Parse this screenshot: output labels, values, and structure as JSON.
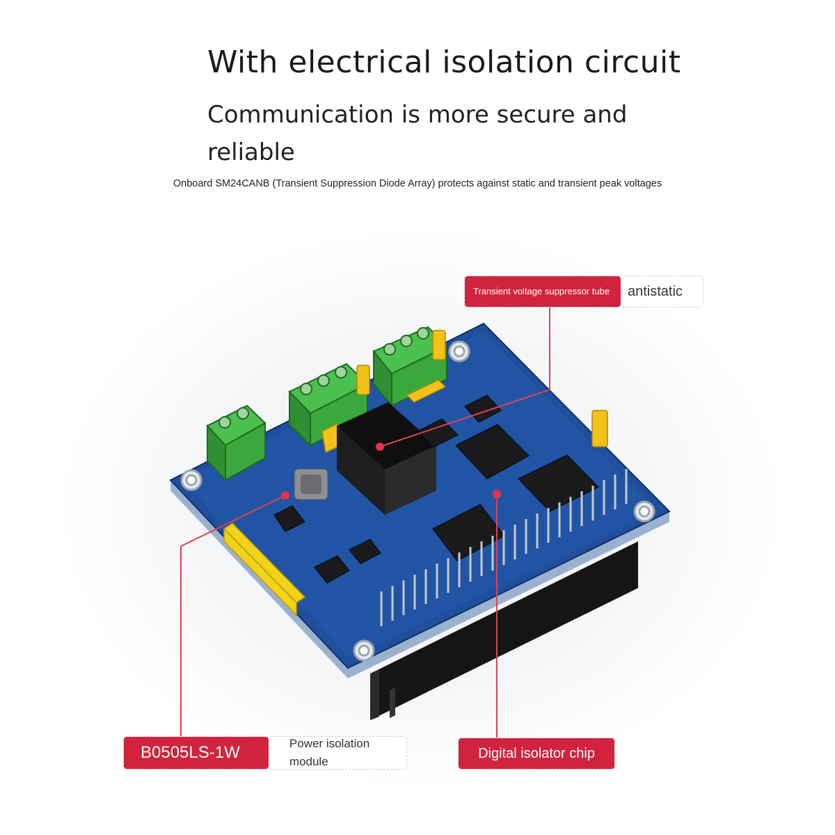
{
  "header": {
    "title": "With electrical isolation circuit",
    "subtitle": "Communication is more secure and reliable",
    "caption": "Onboard SM24CANB (Transient Suppression Diode Array) protects against static and transient peak voltages"
  },
  "callouts": {
    "tvs": {
      "tag": "Transient voltage suppressor tube",
      "desc": "antistatic"
    },
    "power": {
      "tag": "B0505LS-1W",
      "desc": "Power isolation module"
    },
    "isolator": {
      "tag": "Digital isolator chip"
    }
  },
  "colors": {
    "accent_red": "#d1233d",
    "pcb_blue": "#1f4f9c",
    "terminal_green": "#3aa83c",
    "jumper_yellow": "#f2c21b",
    "header_black": "#1b1b1b"
  }
}
